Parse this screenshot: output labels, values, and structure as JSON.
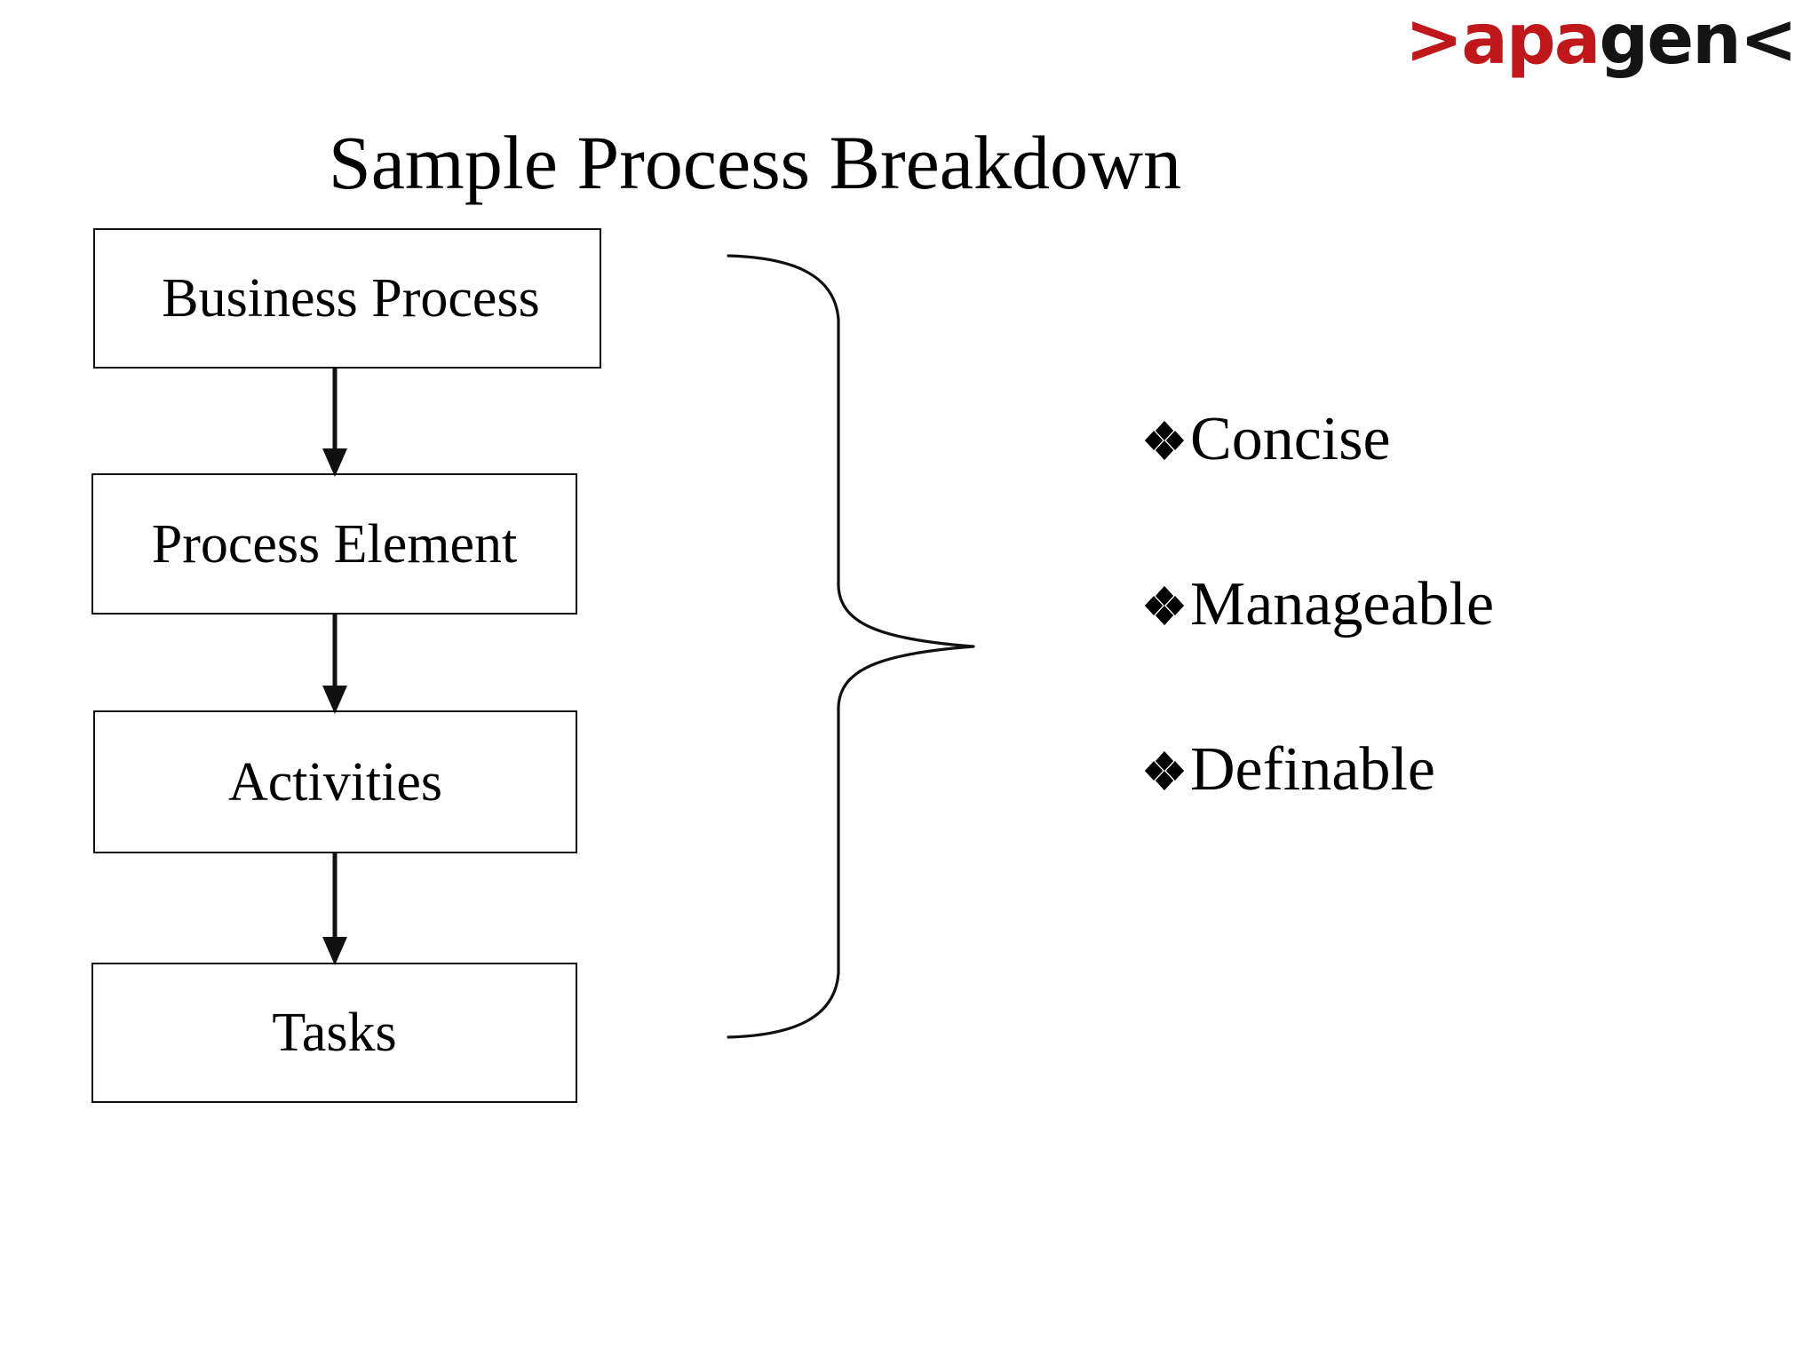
{
  "slide": {
    "title": "Sample Process Breakdown",
    "background_color": "#ffffff",
    "text_color": "#000000"
  },
  "logo": {
    "name": "apagen-logo",
    "full_text": ">apagen<",
    "red_part": ">apa",
    "dark_part": "gen<",
    "red_color": "#c0171a",
    "dark_color": "#141414"
  },
  "flow": {
    "boxes": [
      {
        "label": "Business Process"
      },
      {
        "label": "Process Element"
      },
      {
        "label": "Activities"
      },
      {
        "label": "Tasks"
      }
    ],
    "connectors": [
      {
        "from": "Business Process",
        "to": "Process Element",
        "style": "arrow-down"
      },
      {
        "from": "Process Element",
        "to": "Activities",
        "style": "arrow-down"
      },
      {
        "from": "Activities",
        "to": "Tasks",
        "style": "arrow-down"
      }
    ],
    "brace": {
      "orientation": "right-pointing",
      "spans": [
        "Business Process",
        "Process Element",
        "Activities",
        "Tasks"
      ]
    }
  },
  "attributes": {
    "bullet_glyph": "four-diamond-bullet",
    "items": [
      {
        "label": "Concise"
      },
      {
        "label": "Manageable"
      },
      {
        "label": "Definable"
      }
    ]
  }
}
